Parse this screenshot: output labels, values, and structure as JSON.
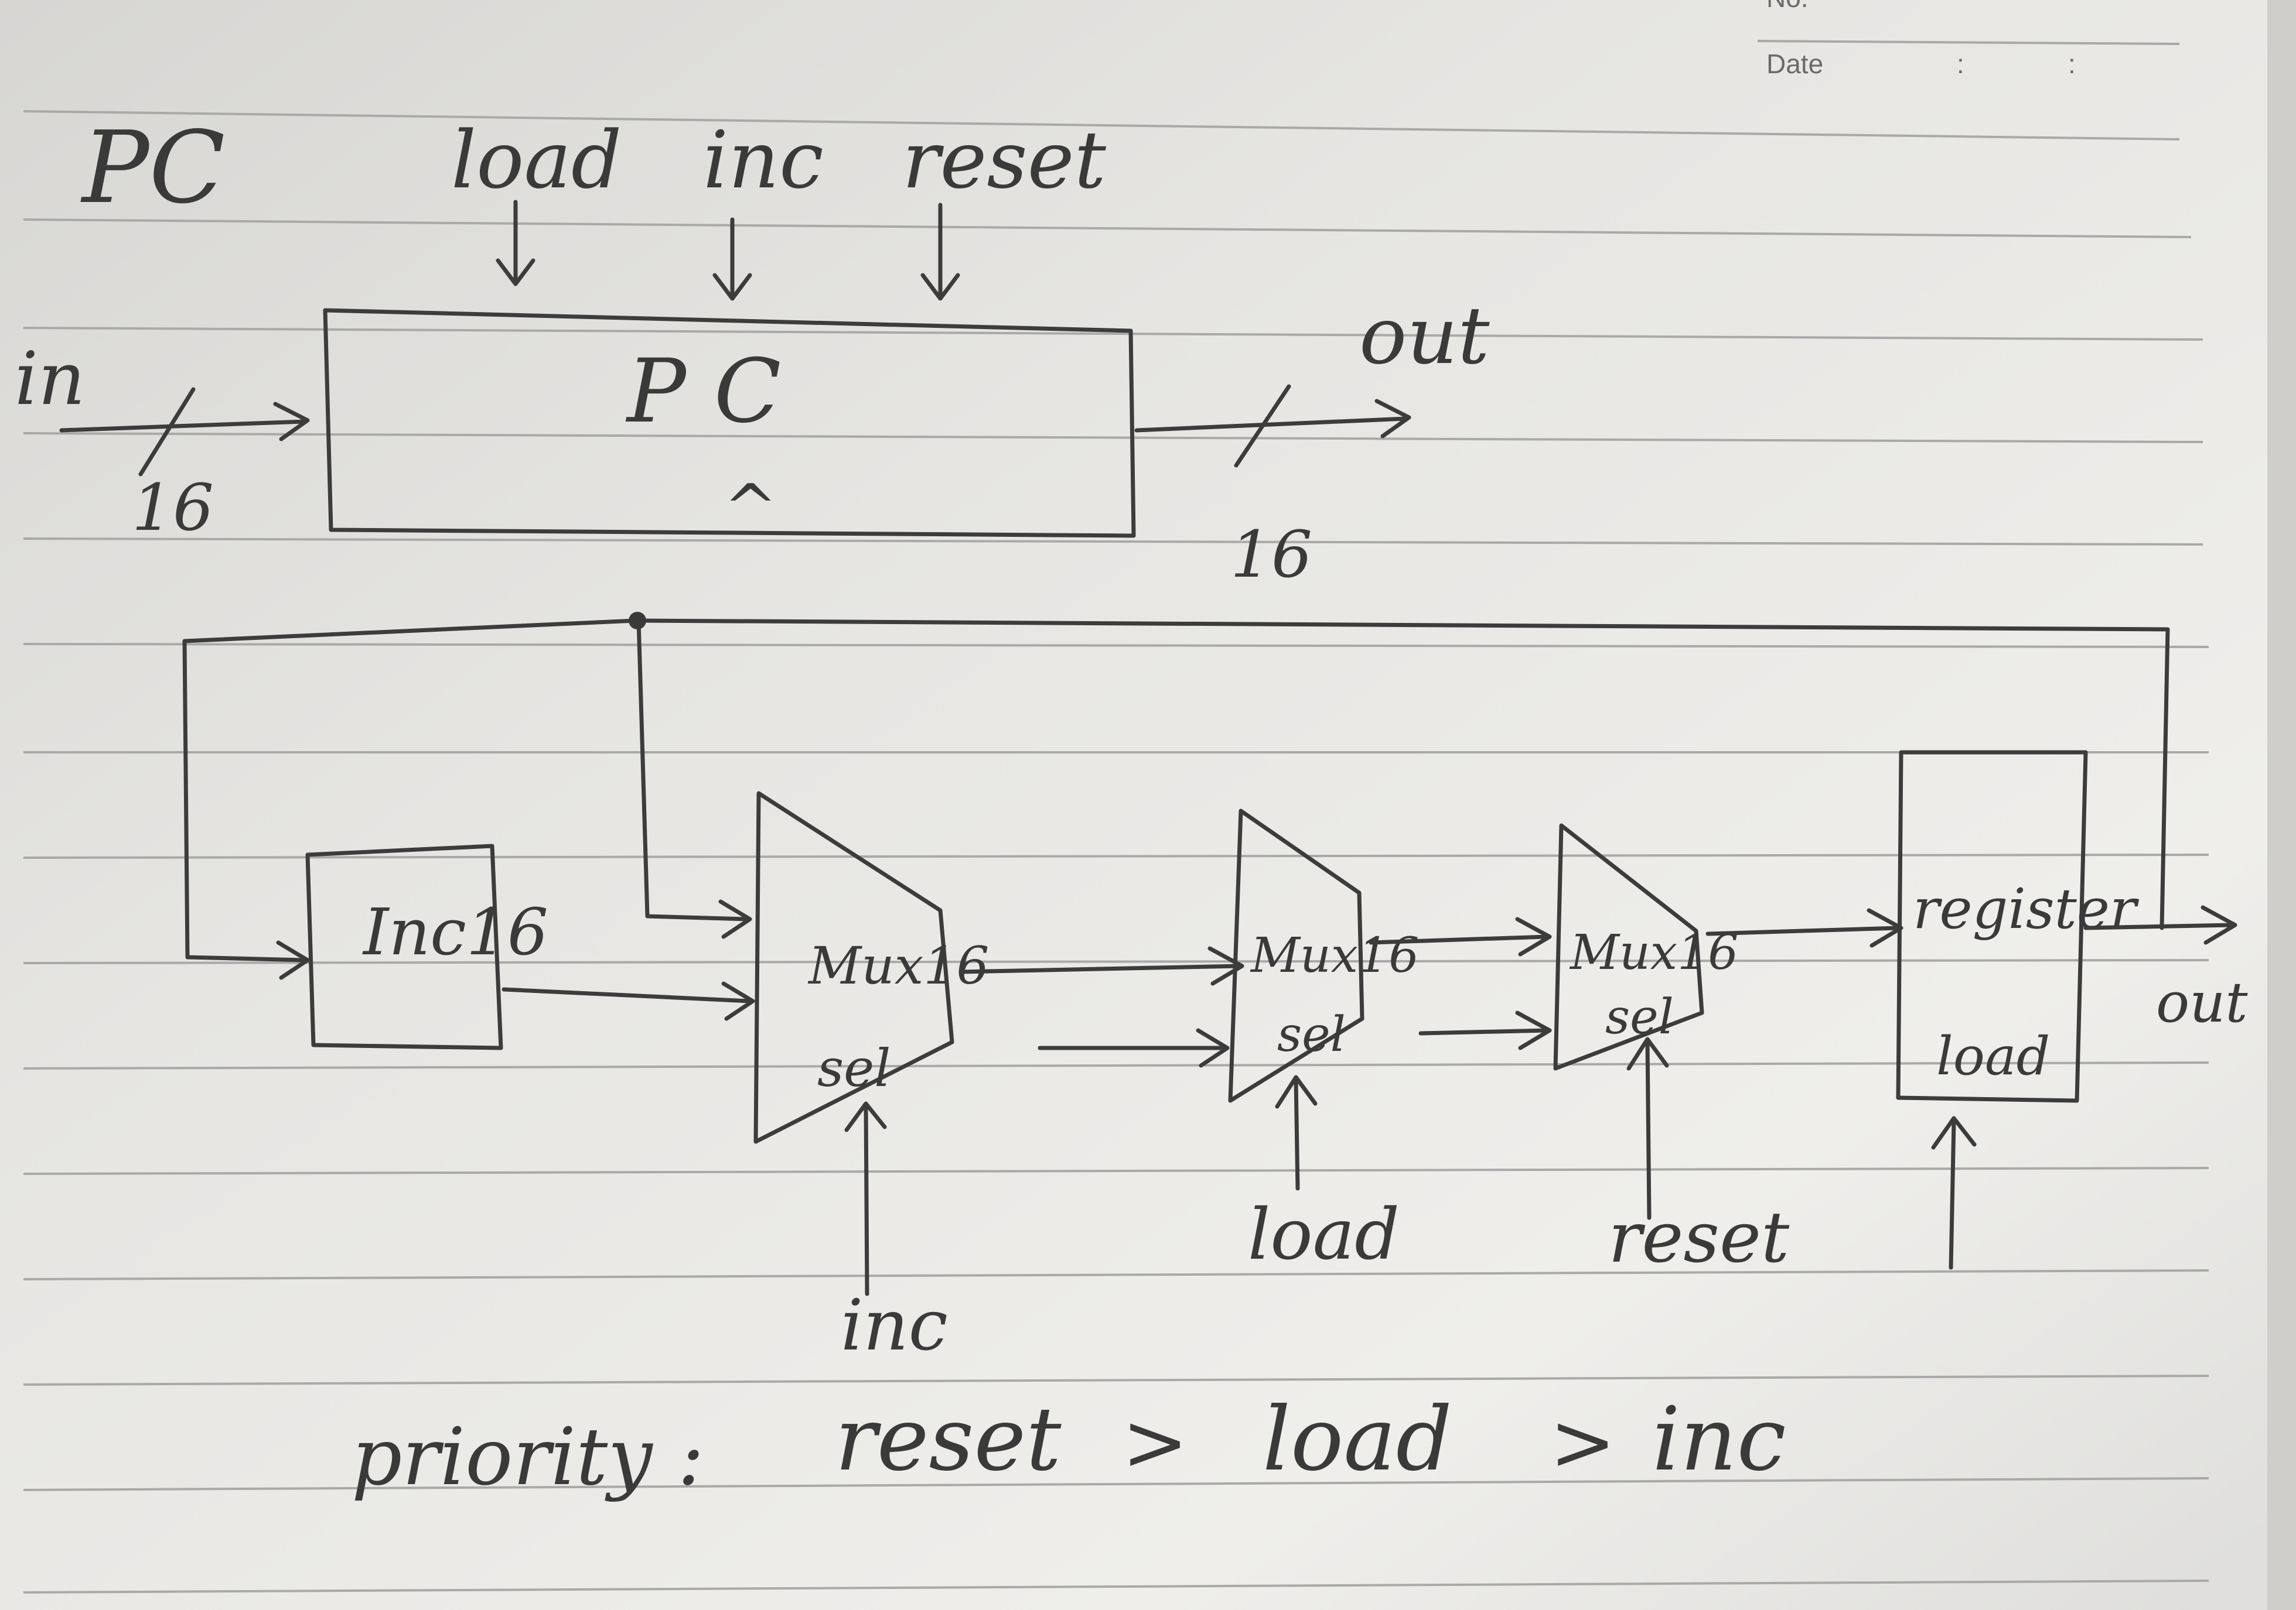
{
  "header": {
    "no_label": "No.",
    "date_label": "Date",
    "date_separators": [
      ":",
      ":"
    ]
  },
  "diagram": {
    "title": "PC",
    "pc_block": {
      "label": "P C",
      "clock_mark": "^",
      "inputs": {
        "in": "in",
        "load": "load",
        "inc": "inc",
        "reset": "reset"
      },
      "in_width": "16",
      "output": "out",
      "out_width": "16"
    },
    "impl": {
      "inc_label": "Inc16",
      "mux1_label": "Mux16",
      "mux1_sel": "sel",
      "mux1_control": "inc",
      "mux2_label": "Mux16",
      "mux2_sel": "sel",
      "mux2_control": "load",
      "mux3_label": "Mux16",
      "mux3_sel": "sel",
      "mux3_control": "reset",
      "register_label": "register",
      "register_load": "load",
      "output": "out"
    },
    "priority": {
      "label": "priority :",
      "items": [
        "reset",
        "load",
        "inc"
      ],
      "separator": ">"
    }
  },
  "colors": {
    "paper": "#ecebe8",
    "rule_line": "#a9a9a9",
    "pencil": "#3c3c3c",
    "print_text": "#6a6a6a"
  }
}
